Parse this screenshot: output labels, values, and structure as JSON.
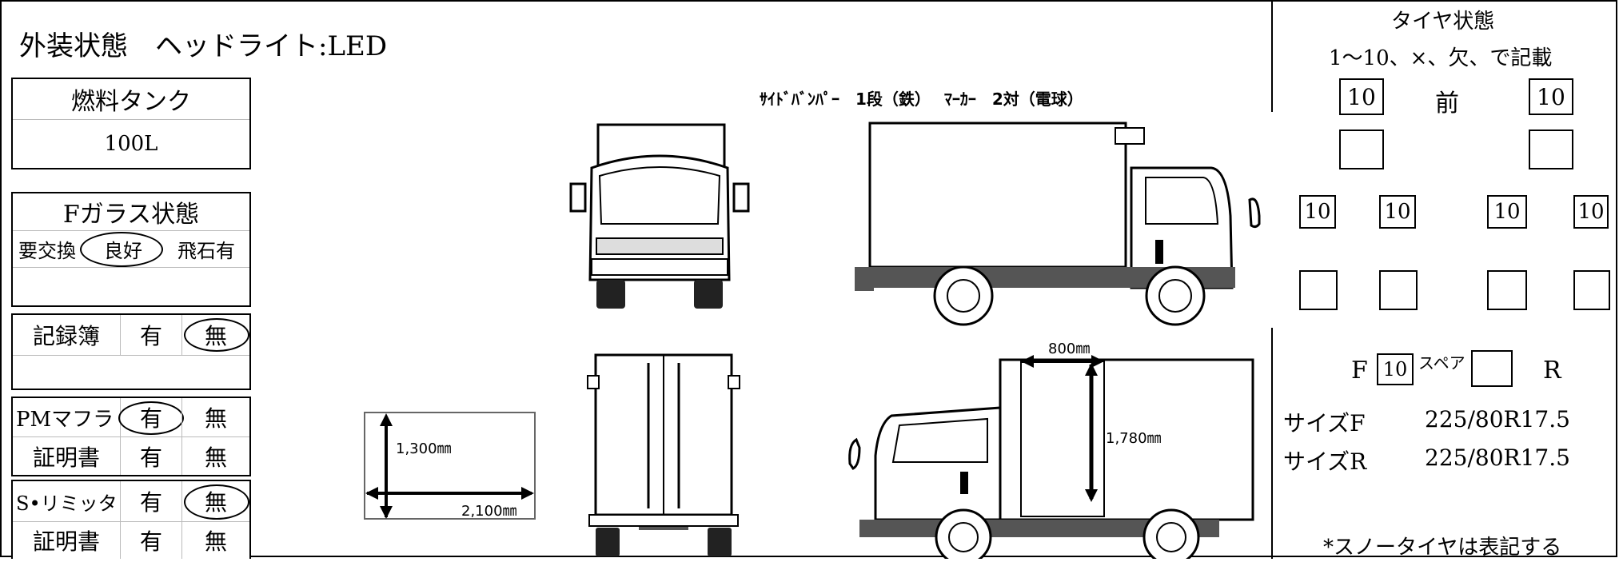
{
  "title": "外装状態　ヘッドライト:LED",
  "bumper_marker": "ｻｲﾄﾞﾊﾞﾝﾊﾟｰ　1段（鉄）　 ﾏｰｶｰ　2対（電球）",
  "fuel": {
    "label": "燃料タンク",
    "value": "100L"
  },
  "glass": {
    "label": "Fガラス状態",
    "opt1": "要交換",
    "opt2": "良好",
    "opt3": "飛石有",
    "selected": "良好"
  },
  "logbook": {
    "label": "記録簿",
    "yes": "有",
    "no": "無",
    "selected": "無"
  },
  "pm": {
    "label": "PMマフラ",
    "yes": "有",
    "no": "無",
    "selected": "有",
    "cert_label": "証明書",
    "cert_yes": "有",
    "cert_no": "無"
  },
  "slimit": {
    "label": "S•リミッタ",
    "yes": "有",
    "no": "無",
    "selected": "無",
    "cert_label": "証明書",
    "cert_yes": "有",
    "cert_no": "無"
  },
  "cargo": {
    "height": "1,300㎜",
    "width": "2,100㎜"
  },
  "side_dims": {
    "door_width": "800㎜",
    "door_height": "1,780㎜"
  },
  "tire": {
    "title": "タイヤ状態",
    "subtitle": "1～10、×、欠、で記載",
    "front_label": "前",
    "front_left": "10",
    "front_right": "10",
    "front_left_2": "",
    "front_right_2": "",
    "rear_1": "10",
    "rear_2": "10",
    "rear_3": "10",
    "rear_4": "10",
    "rear_5": "",
    "rear_6": "",
    "rear_7": "",
    "rear_8": "",
    "spare_f": "F",
    "spare_value": "10",
    "spare_label": "スペア",
    "spare_value_2": "",
    "spare_r": "R",
    "size_f_label": "サイズF",
    "size_f": "225/80R17.5",
    "size_r_label": "サイズR",
    "size_r": "225/80R17.5",
    "note": "*スノータイヤは表記する"
  }
}
